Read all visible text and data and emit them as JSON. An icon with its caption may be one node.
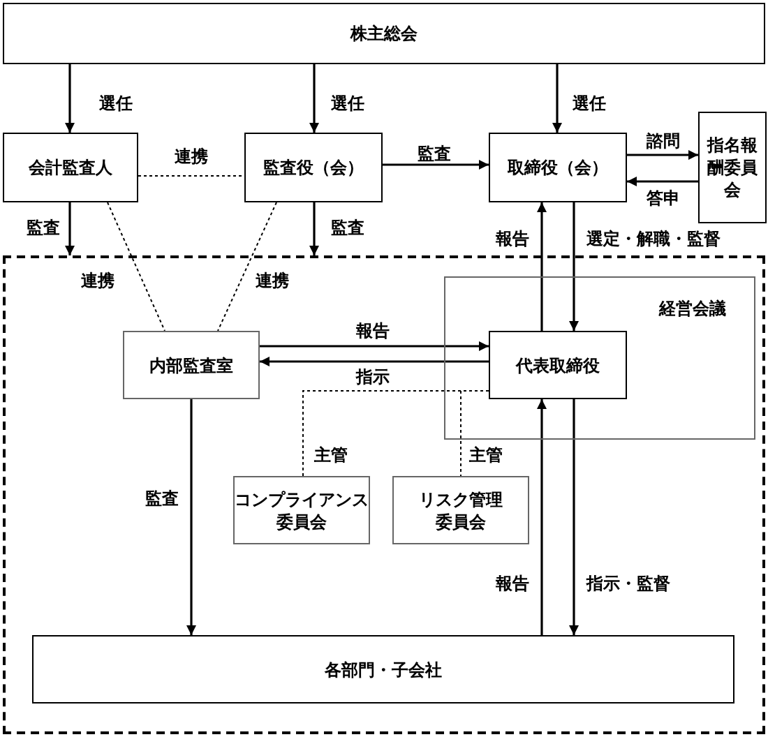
{
  "diagram": {
    "nodes": [
      {
        "text": [
          "株主総会"
        ]
      },
      {
        "text": [
          "会計監査人"
        ]
      },
      {
        "text": [
          "監査役（会）"
        ]
      },
      {
        "text": [
          "取締役（会）"
        ]
      },
      {
        "text": [
          "指名報酬委員会"
        ]
      },
      {
        "text": [],
        "shape": "box"
      },
      {
        "text": [
          "経営会議"
        ],
        "in": 5
      },
      {
        "text": [
          "内部監査室"
        ],
        "in": 5
      },
      {
        "text": [
          "代表取締役"
        ],
        "in": 6
      },
      {
        "text": [
          "コンプライアンス委員会"
        ],
        "in": 5
      },
      {
        "text": [
          "リスク管理委員会"
        ],
        "in": 5
      },
      {
        "text": [
          "各部門・子会社"
        ],
        "in": 5
      }
    ],
    "edges": [
      {
        "from": 0,
        "to": 1,
        "arrow": "to",
        "label": "選任"
      },
      {
        "from": 0,
        "to": 2,
        "arrow": "to",
        "label": "選任"
      },
      {
        "from": 0,
        "to": 3,
        "arrow": "to",
        "label": "選任"
      },
      {
        "from": 1,
        "to": 2,
        "arrow": "none",
        "label": "連携",
        "style": "dashed"
      },
      {
        "from": 2,
        "to": 3,
        "arrow": "to",
        "label": "監査"
      },
      {
        "from": 3,
        "to": 4,
        "arrow": "to",
        "label": "諮問"
      },
      {
        "from": 4,
        "to": 3,
        "arrow": "to",
        "label": "答申"
      },
      {
        "from": 1,
        "to": 5,
        "arrow": "to",
        "label": "監査"
      },
      {
        "from": 2,
        "to": 5,
        "arrow": "to",
        "label": "監査"
      },
      {
        "from": 8,
        "to": 3,
        "arrow": "to",
        "label": "報告"
      },
      {
        "from": 3,
        "to": 8,
        "arrow": "to",
        "label": "選定・解職・監督"
      },
      {
        "from": 1,
        "to": 7,
        "arrow": "none",
        "label": "連携",
        "style": "dashed"
      },
      {
        "from": 2,
        "to": 7,
        "arrow": "none",
        "label": "連携",
        "style": "dashed"
      },
      {
        "from": 7,
        "to": 8,
        "arrow": "to",
        "label": "報告"
      },
      {
        "from": 8,
        "to": 7,
        "arrow": "to",
        "label": "指示"
      },
      {
        "from": 8,
        "to": 9,
        "arrow": "none",
        "label": "主管",
        "style": "dashed"
      },
      {
        "from": 8,
        "to": 10,
        "arrow": "none",
        "label": "主管",
        "style": "dashed"
      },
      {
        "from": 7,
        "to": 11,
        "arrow": "to",
        "label": "監査"
      },
      {
        "from": 11,
        "to": 8,
        "arrow": "to",
        "label": "報告"
      },
      {
        "from": 8,
        "to": 11,
        "arrow": "to",
        "label": "指示・監督"
      }
    ]
  }
}
